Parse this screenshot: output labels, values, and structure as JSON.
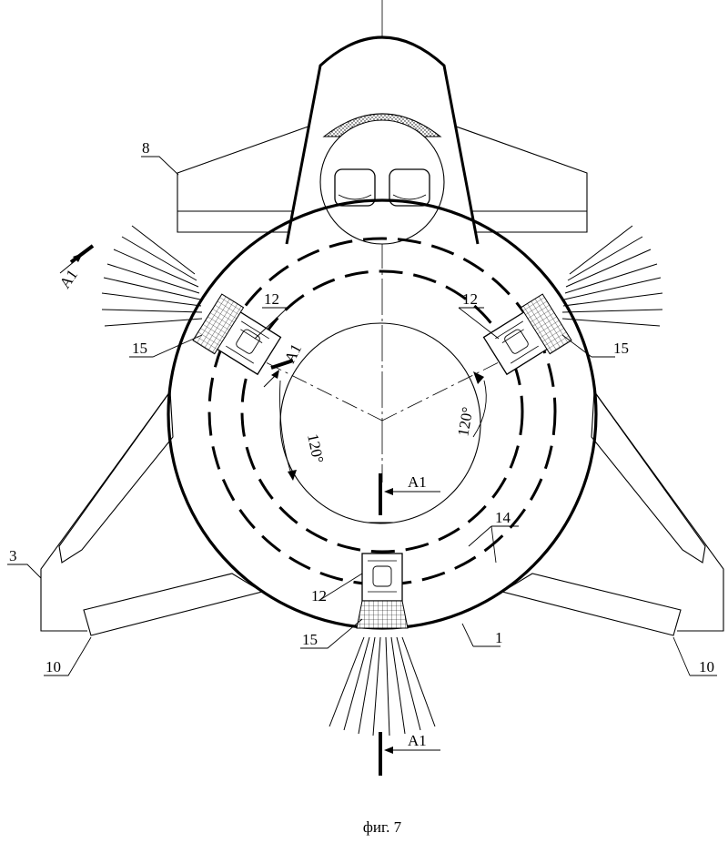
{
  "figure": {
    "caption": "фиг. 7",
    "labels": {
      "l1": "1",
      "l3": "3",
      "l8": "8",
      "l10_left": "10",
      "l10_right": "10",
      "l12_left": "12",
      "l12_right": "12",
      "l12_bottom": "12",
      "l14": "14",
      "l15_left": "15",
      "l15_right": "15",
      "l15_bottom": "15",
      "angle_left": "120°",
      "angle_right": "120°",
      "section_top_left": "A1",
      "section_inner": "A1",
      "section_center": "A1",
      "section_bottom": "A1"
    }
  }
}
